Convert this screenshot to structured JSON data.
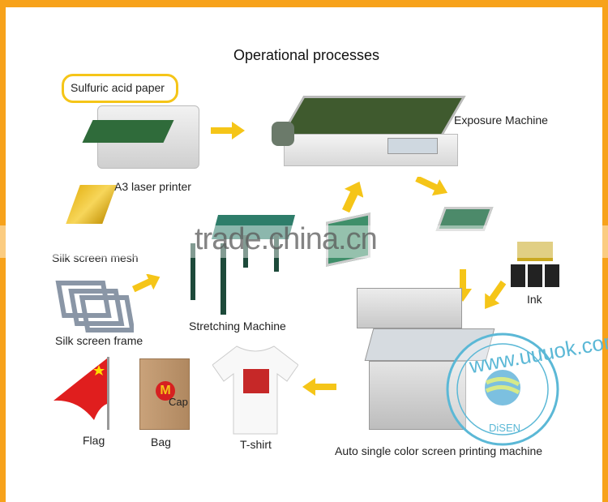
{
  "title": "Operational processes",
  "labels": {
    "sulfuric_paper": "Sulfuric acid paper",
    "printer": "A3 laser printer",
    "exposure": "Exposure Machine",
    "mesh": "Silk screen mesh",
    "stretching": "Stretching Machine",
    "ink": "Ink",
    "frame": "Silk screen frame",
    "flag": "Flag",
    "bag": "Bag",
    "bag_print": "Cap",
    "tshirt": "T-shirt",
    "printing_machine": "Auto single color screen printing machine"
  },
  "watermarks": {
    "trade": "trade.china.cn",
    "stamp_url": "www.uuuok.com",
    "stamp_brand": "DiSEN"
  },
  "colors": {
    "frame": "#f7a21b",
    "arrow": "#f5c518",
    "watermark": "#5bb8d6"
  }
}
